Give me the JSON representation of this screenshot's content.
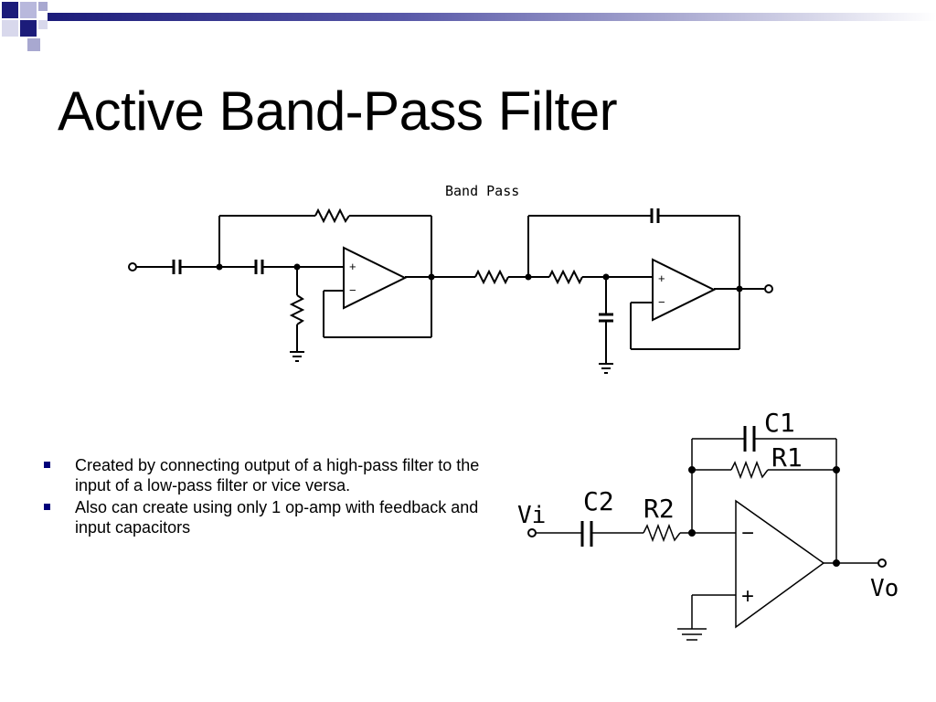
{
  "slide": {
    "title": "Active Band-Pass Filter"
  },
  "diagram_top": {
    "caption": "Band  Pass",
    "opamp1": {
      "plus": "+",
      "minus": "−"
    },
    "opamp2": {
      "plus": "+",
      "minus": "−"
    }
  },
  "diagram_bottom": {
    "c1": "C1",
    "r1": "R1",
    "c2": "C2",
    "r2": "R2",
    "vi": "Vi",
    "vo": "Vo",
    "minus": "−",
    "plus": "+"
  },
  "bullets": [
    {
      "text": "Created by connecting output of a high-pass filter to the input of a low-pass filter or vice versa."
    },
    {
      "text": "Also can create using only 1 op-amp with feedback and input capacitors"
    }
  ],
  "colors": {
    "accent": "#1c1c7a",
    "deco_light": "#a8a8d0",
    "bullet": "#00007a"
  }
}
